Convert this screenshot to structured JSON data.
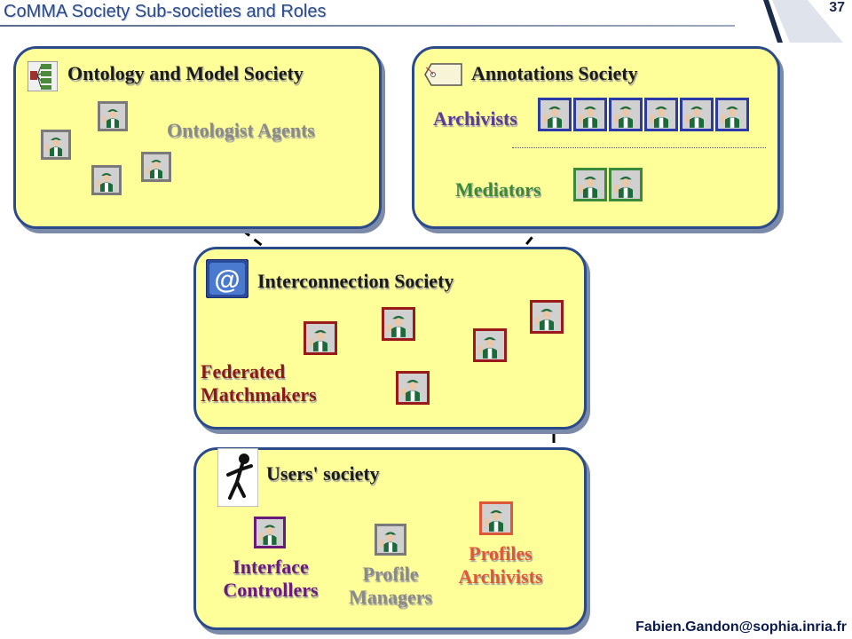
{
  "slide": {
    "title": "CoMMA Society Sub-societies and Roles",
    "page_number": "37",
    "footer": "Fabien.Gandon@sophia.inria.fr"
  },
  "societies": {
    "ontology": {
      "title": "Ontology and Model Society",
      "icon": "hierarchy-icon",
      "role": "Ontologist Agents",
      "role_color": "#8a8a8a"
    },
    "annotations": {
      "title": "Annotations Society",
      "icon": "tag-icon",
      "role1": "Archivists",
      "role1_color": "#5a3a9a",
      "role2": "Mediators",
      "role2_color": "#3a8a3a"
    },
    "interconnection": {
      "title": "Interconnection Society",
      "icon": "at-sign-icon",
      "role_line1": "Federated",
      "role_line2": "Matchmakers",
      "role_color": "#8a1a1a"
    },
    "users": {
      "title": "Users' society",
      "icon": "stick-figure-icon",
      "role1_line1": "Interface",
      "role1_line2": "Controllers",
      "role1_color": "#6a1a7a",
      "role2_line1": "Profile",
      "role2_line2": "Managers",
      "role2_color": "#8a8a8a",
      "role3_line1": "Profiles",
      "role3_line2": "Archivists",
      "role3_color": "#e0583a"
    }
  }
}
